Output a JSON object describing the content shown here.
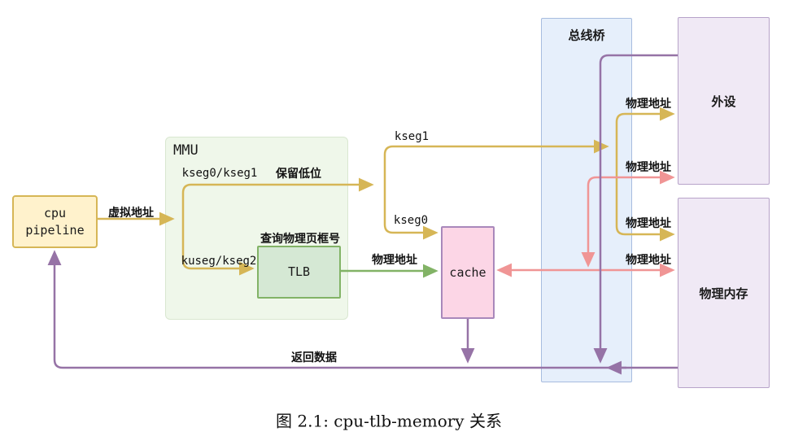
{
  "figure": {
    "caption": "图 2.1: cpu-tlb-memory 关系"
  },
  "nodes": {
    "cpu_pipeline": {
      "label": "cpu\npipeline"
    },
    "mmu": {
      "label": "MMU"
    },
    "tlb": {
      "label": "TLB"
    },
    "cache": {
      "label": "cache"
    },
    "bus_bridge": {
      "label": "总线桥"
    },
    "peripherals": {
      "label": "外设"
    },
    "physical_memory": {
      "label": "物理内存"
    }
  },
  "edge_labels": {
    "virtual_address": "虚拟地址",
    "kseg0_kseg1": "kseg0/kseg1",
    "keep_low_bits": "保留低位",
    "kuseg_kseg2": "kuseg/kseg2",
    "tlb_query": "查询物理页框号",
    "kseg1": "kseg1",
    "kseg0": "kseg0",
    "physical_address": "物理地址",
    "return_data": "返回数据"
  },
  "colors": {
    "yellow_edge": "#d6b656",
    "green_edge": "#82b366",
    "red_edge": "#f09595",
    "purple_edge": "#9673a6",
    "cpu_fill": "#fff2cc",
    "mmu_fill": "#eff7ea",
    "tlb_fill": "#d5e8d4",
    "cache_fill": "#fcd6e6",
    "bus_bridge_fill": "#e2ecfa",
    "memory_fill": "#f0e9f5"
  }
}
